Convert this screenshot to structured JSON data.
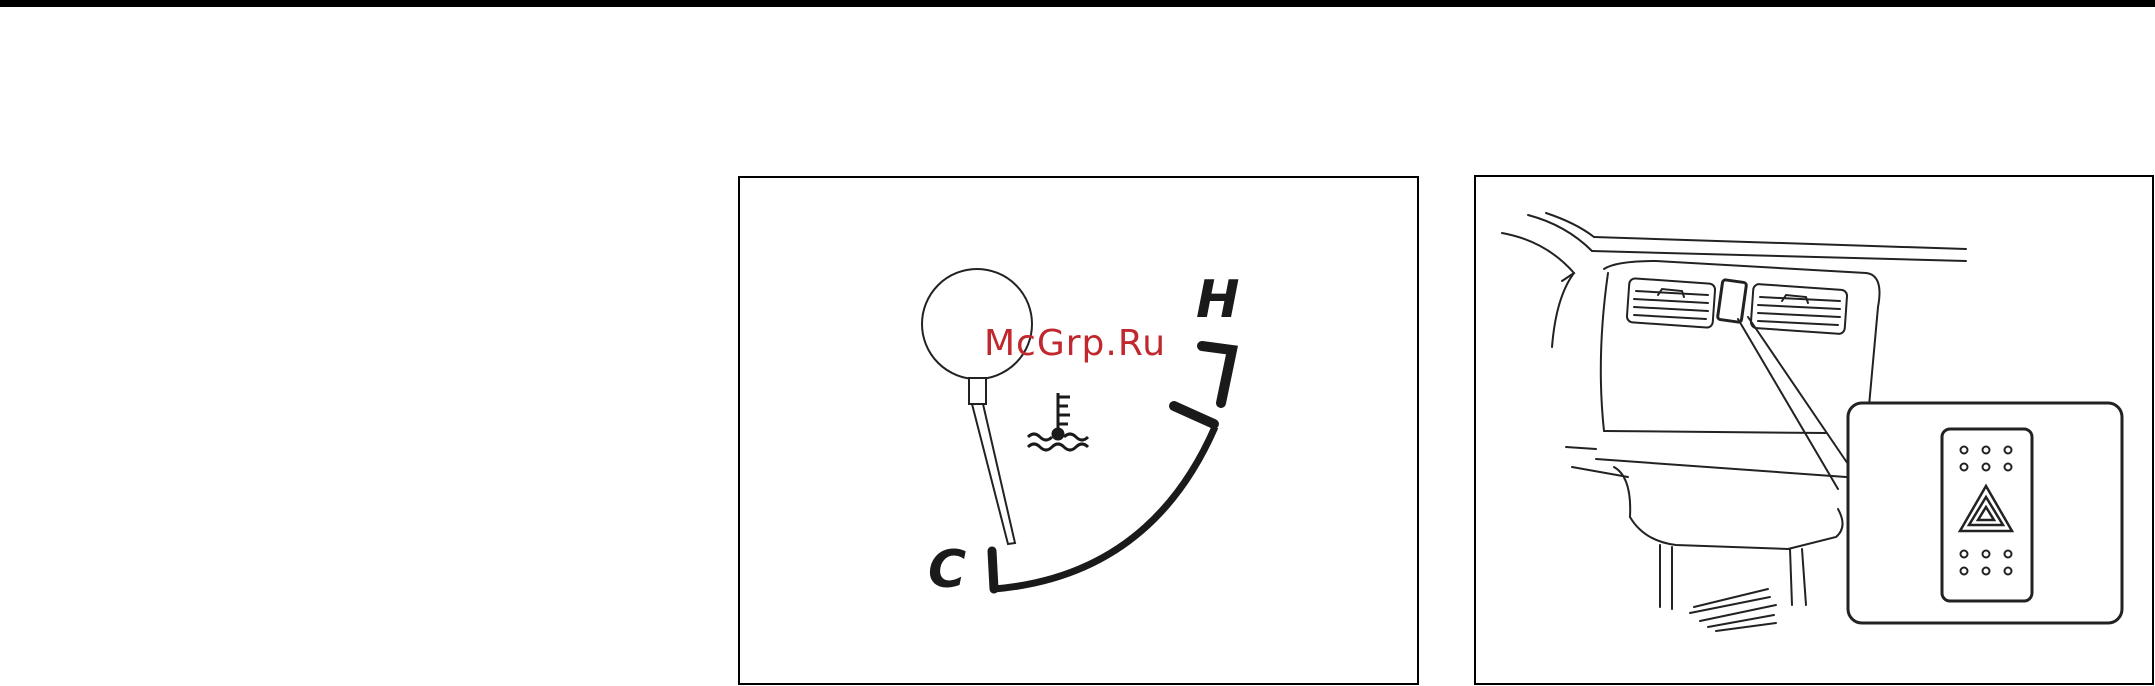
{
  "figures": {
    "temperature_gauge": {
      "hot_label": "H",
      "cold_label": "C",
      "symbol": "coolant-temperature-icon"
    },
    "hazard_switch": {
      "symbol": "hazard-warning-triangle-icon"
    }
  },
  "watermark": "McGrp.Ru"
}
